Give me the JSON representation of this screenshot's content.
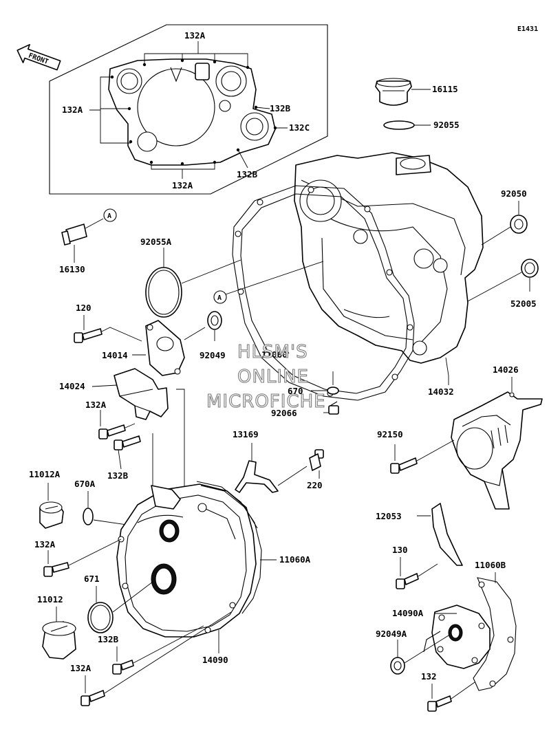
{
  "drawing_code": "E1431",
  "front_arrow_label": "FRONT",
  "watermark": [
    "HLSM'S",
    "ONLINE",
    "MICROFICHE"
  ],
  "callout_marker": "A",
  "labels": {
    "inset_top": "132A",
    "inset_left": "132A",
    "inset_b1": "132B",
    "inset_c": "132C",
    "inset_b2": "132B",
    "inset_bottom": "132A",
    "p16115": "16115",
    "p92055": "92055",
    "p92050": "92050",
    "p92055A": "92055A",
    "p16130": "16130",
    "p52005": "52005",
    "p120": "120",
    "p14014": "14014",
    "p92049": "92049",
    "p11060": "11060",
    "p14032": "14032",
    "p14026": "14026",
    "p14024": "14024",
    "p670": "670",
    "p92066": "92066",
    "p132A_1": "132A",
    "p132B_1": "132B",
    "p13169": "13169",
    "p92150": "92150",
    "p220": "220",
    "p11012A": "11012A",
    "p670A": "670A",
    "p12053": "12053",
    "p132A_2": "132A",
    "p11060A": "11060A",
    "p130": "130",
    "p671": "671",
    "p11060B": "11060B",
    "p11012": "11012",
    "p14090A": "14090A",
    "p92049A": "92049A",
    "p132B_2": "132B",
    "p132A_3": "132A",
    "p14090": "14090",
    "p132": "132"
  }
}
